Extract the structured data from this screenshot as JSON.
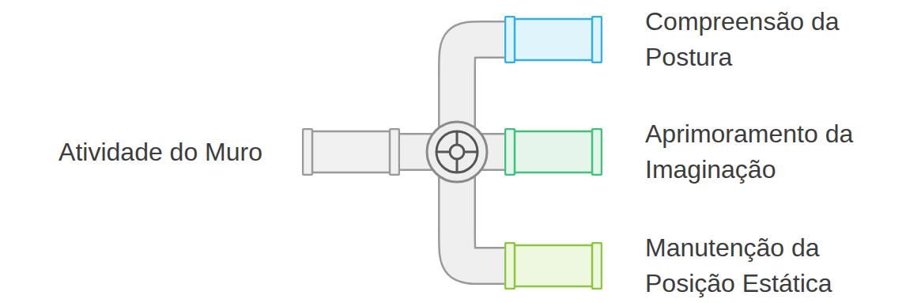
{
  "diagram": {
    "nodes": [
      {
        "text": [
          "Atividade do Muro"
        ]
      },
      {
        "text": [
          "Compreensão da Postura"
        ]
      },
      {
        "text": [
          "Aprimoramento da Imaginação"
        ]
      },
      {
        "text": [
          "Manutenção da Posição Estática"
        ]
      }
    ],
    "edges": [
      {
        "from": 0,
        "to": 1,
        "arrow": "none"
      },
      {
        "from": 0,
        "to": 2,
        "arrow": "none"
      },
      {
        "from": 0,
        "to": 3,
        "arrow": "none"
      }
    ]
  }
}
